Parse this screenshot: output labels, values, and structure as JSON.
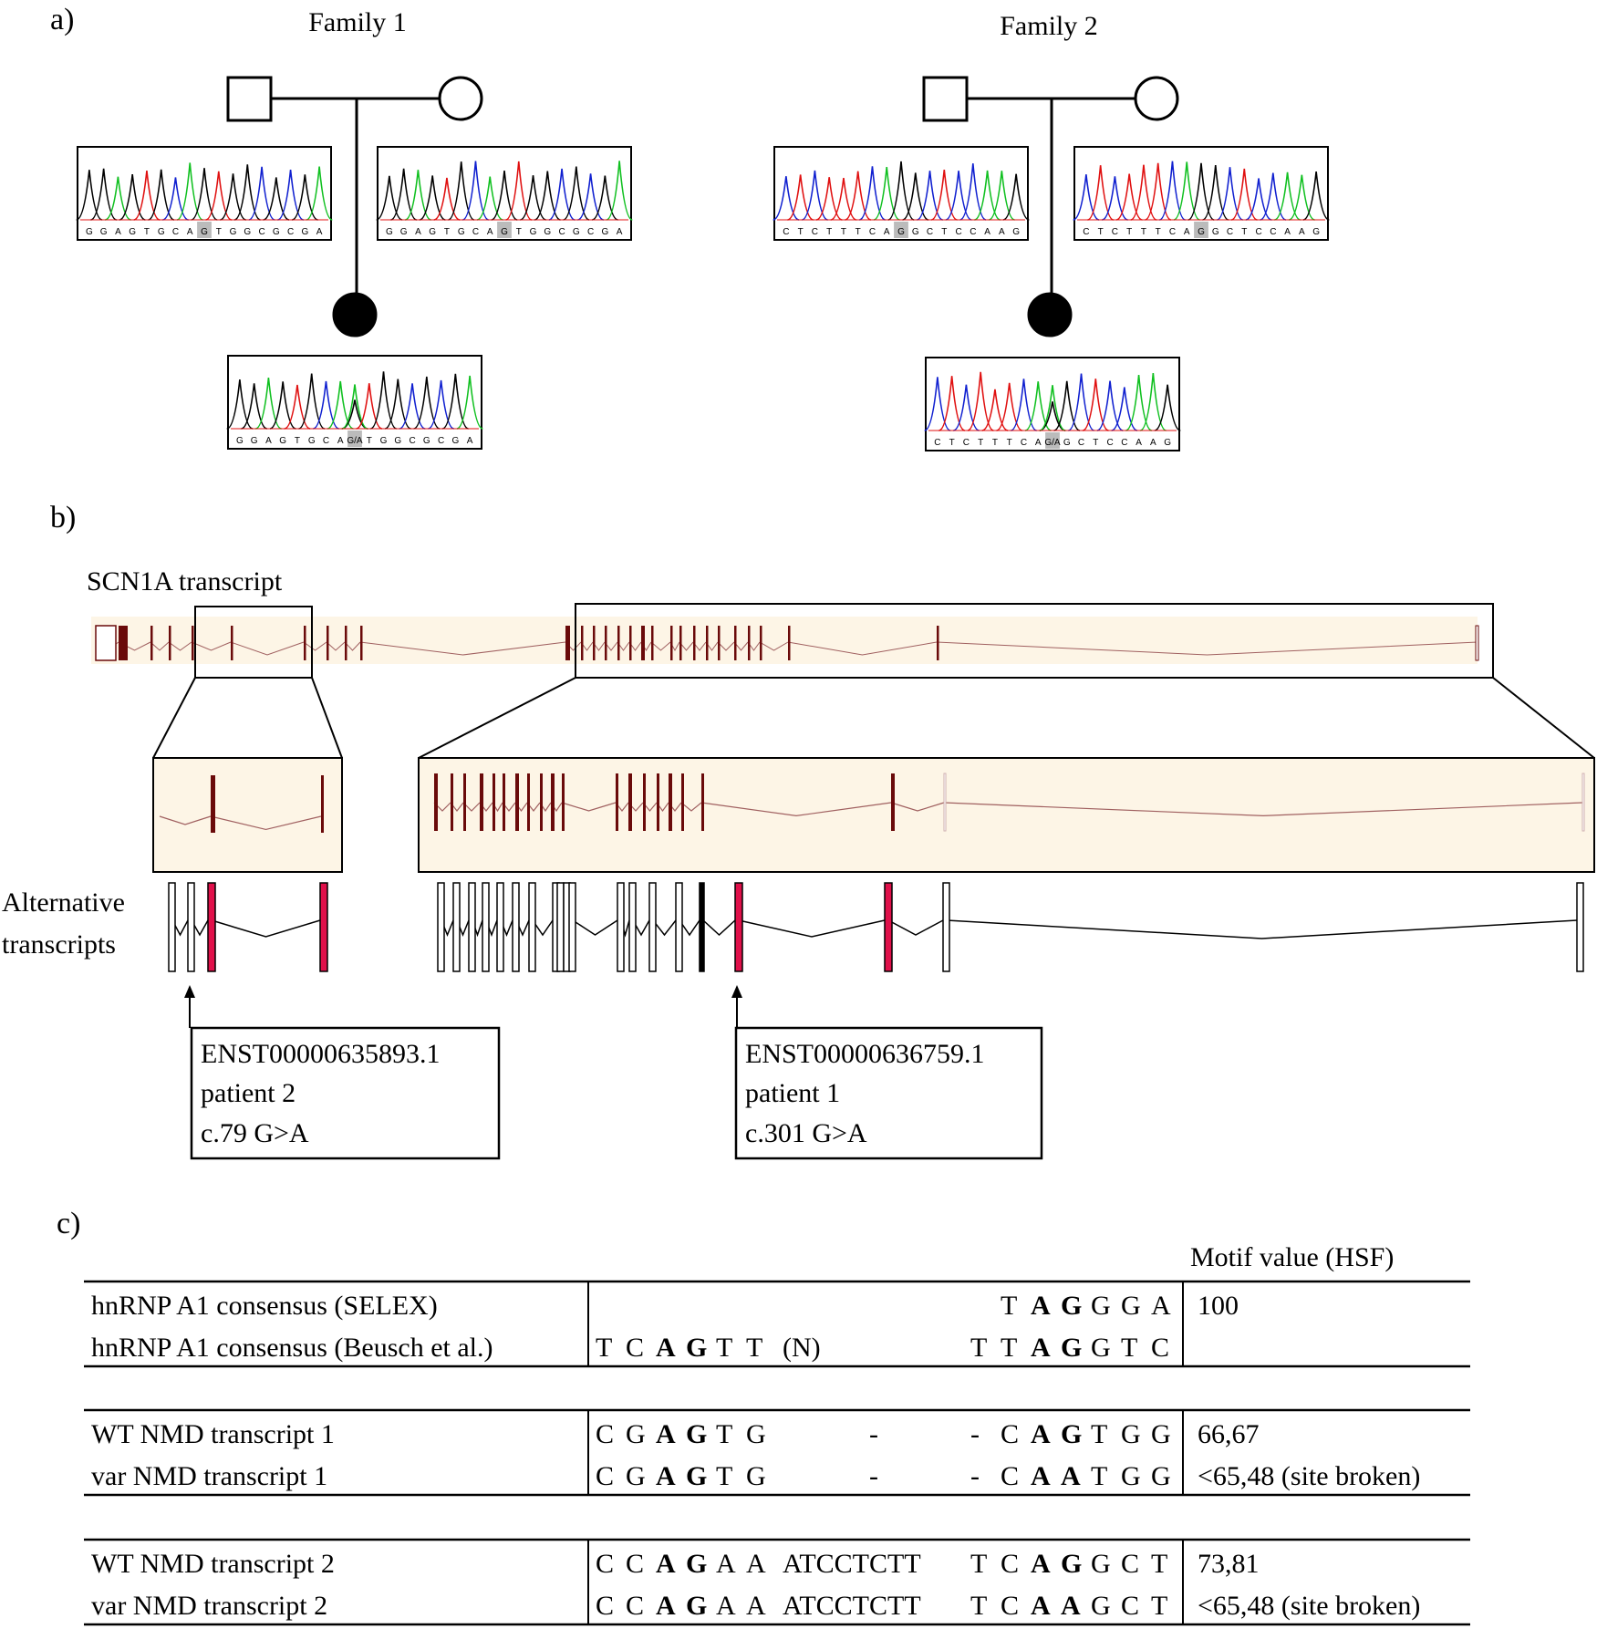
{
  "panels": {
    "a": "a)",
    "b": "b)",
    "c": "c)"
  },
  "pedigree": {
    "families": [
      {
        "title": "Family 1",
        "father_seq": [
          "G",
          "G",
          "A",
          "G",
          "T",
          "G",
          "C",
          "A",
          "G",
          "T",
          "G",
          "G",
          "C",
          "G",
          "C",
          "G",
          "A"
        ],
        "mother_seq": [
          "G",
          "G",
          "A",
          "G",
          "T",
          "G",
          "C",
          "A",
          "G",
          "T",
          "G",
          "G",
          "C",
          "G",
          "C",
          "G",
          "A"
        ],
        "child_seq": [
          "G",
          "G",
          "A",
          "G",
          "T",
          "G",
          "C",
          "A",
          "G/A",
          "T",
          "G",
          "G",
          "C",
          "G",
          "C",
          "G",
          "A"
        ],
        "highlight_index": 8
      },
      {
        "title": "Family 2",
        "father_seq": [
          "C",
          "T",
          "C",
          "T",
          "T",
          "T",
          "C",
          "A",
          "G",
          "G",
          "C",
          "T",
          "C",
          "C",
          "A",
          "A",
          "G"
        ],
        "mother_seq": [
          "C",
          "T",
          "C",
          "T",
          "T",
          "T",
          "C",
          "A",
          "G",
          "G",
          "C",
          "T",
          "C",
          "C",
          "A",
          "A",
          "G"
        ],
        "child_seq": [
          "C",
          "T",
          "C",
          "T",
          "T",
          "T",
          "C",
          "A",
          "G/A",
          "G",
          "C",
          "T",
          "C",
          "C",
          "A",
          "A",
          "G"
        ],
        "highlight_index": 8
      }
    ],
    "trace_colors": [
      "#000000",
      "#10c020",
      "#1020d0",
      "#e01010"
    ]
  },
  "transcript": {
    "title": "SCN1A transcript",
    "alt_label_line1": "Alternative",
    "alt_label_line2": "transcripts",
    "exon_color": "#6a0a0a",
    "variant_exon_color": "#e0104a",
    "band_color": "#fdf5e6",
    "callouts": [
      {
        "id": "ENST00000635893.1",
        "patient": "patient 2",
        "change": "c.79 G>A"
      },
      {
        "id": "ENST00000636759.1",
        "patient": "patient 1",
        "change": "c.301 G>A"
      }
    ]
  },
  "table": {
    "header": "Motif value (HSF)",
    "groups": [
      [
        {
          "name": "hnRNP A1 consensus (SELEX)",
          "value": "100",
          "left": [],
          "mid": "",
          "right": [
            [
              "T",
              false
            ],
            [
              "A",
              true
            ],
            [
              "G",
              true
            ],
            [
              "G",
              false
            ],
            [
              "G",
              false
            ],
            [
              "A",
              false
            ]
          ]
        },
        {
          "name": "hnRNP A1 consensus (Beusch et al.)",
          "value": "",
          "left": [
            [
              "T",
              false
            ],
            [
              "C",
              false
            ],
            [
              "A",
              true
            ],
            [
              "G",
              true
            ],
            [
              "T",
              false
            ],
            [
              "T",
              false
            ]
          ],
          "mid": "(N)",
          "right": [
            [
              "T",
              false
            ],
            [
              "T",
              false
            ],
            [
              "A",
              true
            ],
            [
              "G",
              true
            ],
            [
              "G",
              false
            ],
            [
              "T",
              false
            ],
            [
              "C",
              false
            ]
          ]
        }
      ],
      [
        {
          "name": "WT NMD transcript 1",
          "value": "66,67",
          "left": [
            [
              "C",
              false
            ],
            [
              "G",
              false
            ],
            [
              "A",
              true
            ],
            [
              "G",
              true
            ],
            [
              "T",
              false
            ],
            [
              "G",
              false
            ]
          ],
          "mid": "-",
          "right": [
            [
              "-",
              false
            ],
            [
              "C",
              false
            ],
            [
              "A",
              true
            ],
            [
              "G",
              true
            ],
            [
              "T",
              false
            ],
            [
              "G",
              false
            ],
            [
              "G",
              false
            ]
          ]
        },
        {
          "name": "var NMD transcript 1",
          "value": "<65,48 (site broken)",
          "left": [
            [
              "C",
              false
            ],
            [
              "G",
              false
            ],
            [
              "A",
              true
            ],
            [
              "G",
              true
            ],
            [
              "T",
              false
            ],
            [
              "G",
              false
            ]
          ],
          "mid": "-",
          "right": [
            [
              "-",
              false
            ],
            [
              "C",
              false
            ],
            [
              "A",
              true
            ],
            [
              "A",
              true,
              "red"
            ],
            [
              "T",
              false
            ],
            [
              "G",
              false
            ],
            [
              "G",
              false
            ]
          ]
        }
      ],
      [
        {
          "name": "WT NMD transcript 2",
          "value": "73,81",
          "left": [
            [
              "C",
              false
            ],
            [
              "C",
              false
            ],
            [
              "A",
              true
            ],
            [
              "G",
              true
            ],
            [
              "A",
              false
            ],
            [
              "A",
              false
            ]
          ],
          "mid": "ATCCTCTT",
          "right": [
            [
              "T",
              false
            ],
            [
              "C",
              false
            ],
            [
              "A",
              true
            ],
            [
              "G",
              true
            ],
            [
              "G",
              false
            ],
            [
              "C",
              false
            ],
            [
              "T",
              false
            ]
          ]
        },
        {
          "name": "var NMD transcript 2",
          "value": "<65,48 (site broken)",
          "left": [
            [
              "C",
              false
            ],
            [
              "C",
              false
            ],
            [
              "A",
              true
            ],
            [
              "G",
              true
            ],
            [
              "A",
              false
            ],
            [
              "A",
              false
            ]
          ],
          "mid": "ATCCTCTT",
          "right": [
            [
              "T",
              false
            ],
            [
              "C",
              false
            ],
            [
              "A",
              true
            ],
            [
              "A",
              true,
              "red"
            ],
            [
              "G",
              false
            ],
            [
              "C",
              false
            ],
            [
              "T",
              false
            ]
          ]
        }
      ]
    ]
  }
}
